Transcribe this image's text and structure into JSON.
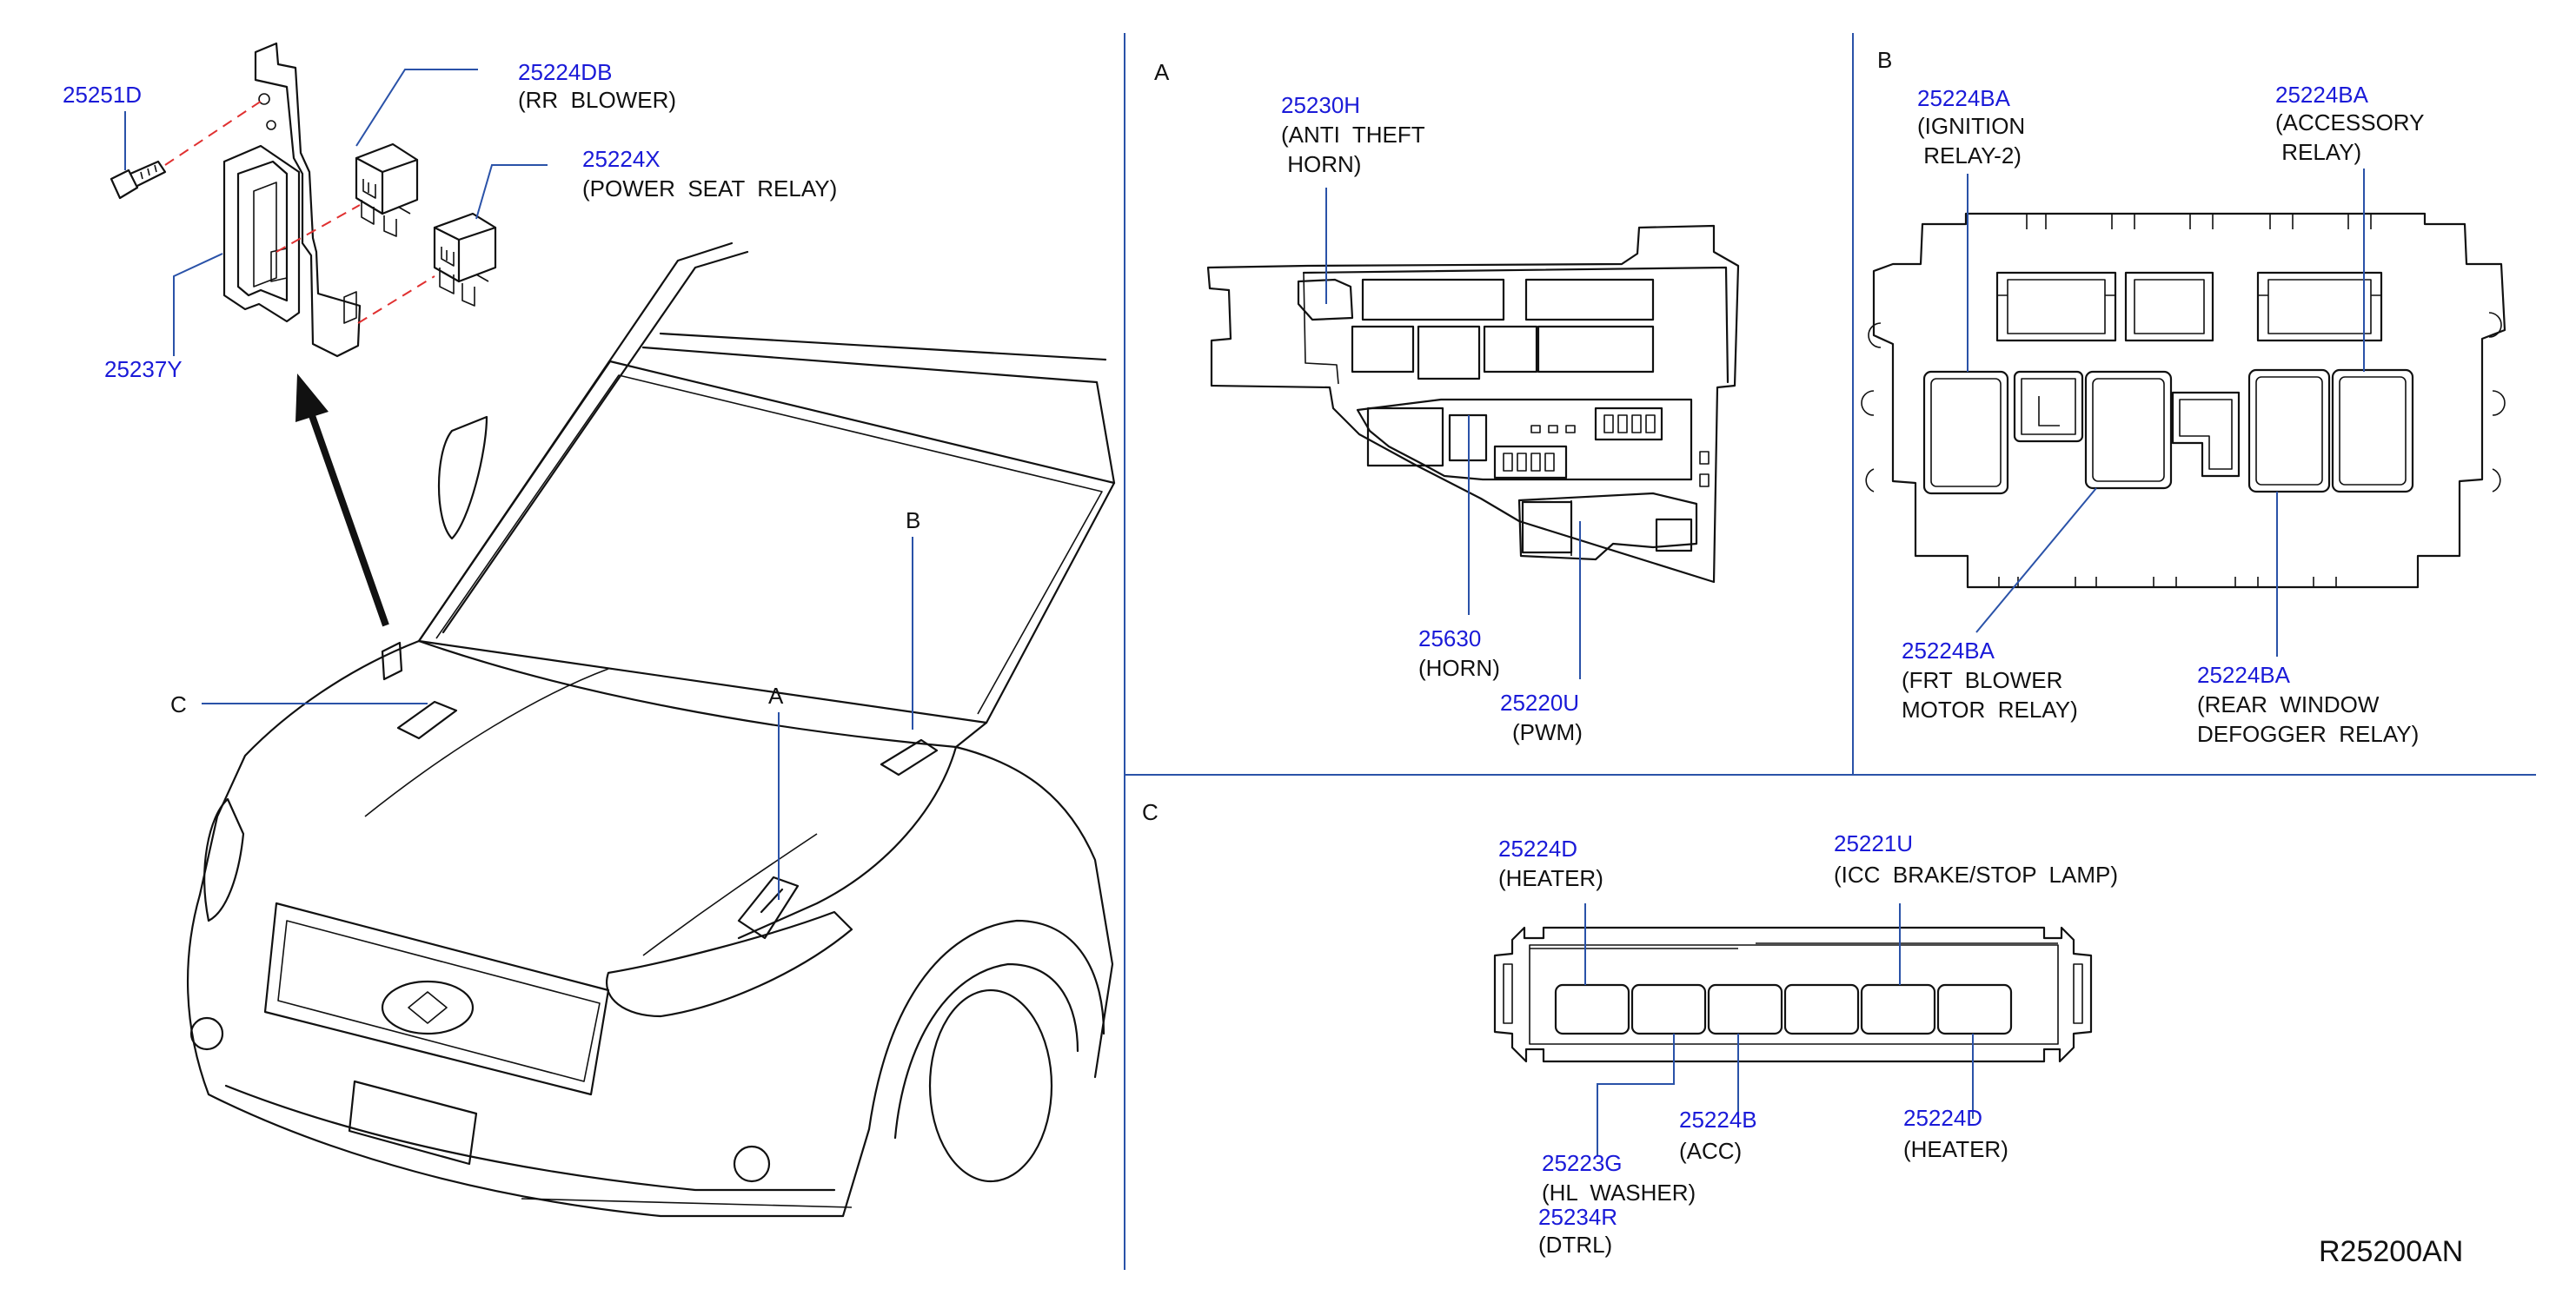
{
  "colors": {
    "part_number": "#1a1ad8",
    "leader": "#2a52a8",
    "separator": "#2a52a8",
    "dashed": "#e03030",
    "line": "#111111"
  },
  "overview": {
    "callouts": {
      "a": "A",
      "b": "B",
      "c": "C"
    },
    "parts": [
      {
        "pn": "25251D",
        "desc": []
      },
      {
        "pn": "25224DB",
        "desc": [
          "(RR  BLOWER)"
        ]
      },
      {
        "pn": "25224X",
        "desc": [
          "(POWER  SEAT  RELAY)"
        ]
      },
      {
        "pn": "25237Y",
        "desc": []
      }
    ]
  },
  "section_a": {
    "letter": "A",
    "parts": [
      {
        "pn": "25230H",
        "desc": [
          "(ANTI  THEFT",
          " HORN)"
        ]
      },
      {
        "pn": "25630",
        "desc": [
          "(HORN)"
        ]
      },
      {
        "pn": "25220U",
        "desc": [
          "(PWM)"
        ]
      }
    ]
  },
  "section_b": {
    "letter": "B",
    "parts": [
      {
        "pn": "25224BA",
        "desc": [
          "(IGNITION",
          " RELAY-2)"
        ]
      },
      {
        "pn": "25224BA",
        "desc": [
          "(ACCESSORY",
          " RELAY)"
        ]
      },
      {
        "pn": "25224BA",
        "desc": [
          "(FRT  BLOWER",
          "MOTOR  RELAY)"
        ]
      },
      {
        "pn": "25224BA",
        "desc": [
          "(REAR  WINDOW",
          "DEFOGGER  RELAY)"
        ]
      }
    ]
  },
  "section_c": {
    "letter": "C",
    "parts": [
      {
        "pn": "25224D",
        "desc": [
          "(HEATER)"
        ]
      },
      {
        "pn": "25221U",
        "desc": [
          "(ICC  BRAKE/STOP  LAMP)"
        ]
      },
      {
        "pn": "25224B",
        "desc": [
          "(ACC)"
        ]
      },
      {
        "pn": "25224D",
        "desc": [
          "(HEATER)"
        ]
      },
      {
        "pn": "25223G",
        "desc": [
          "(HL  WASHER)"
        ]
      },
      {
        "pn": "25234R",
        "desc": [
          "(DTRL)"
        ]
      }
    ]
  },
  "diagram_code": "R25200AN"
}
